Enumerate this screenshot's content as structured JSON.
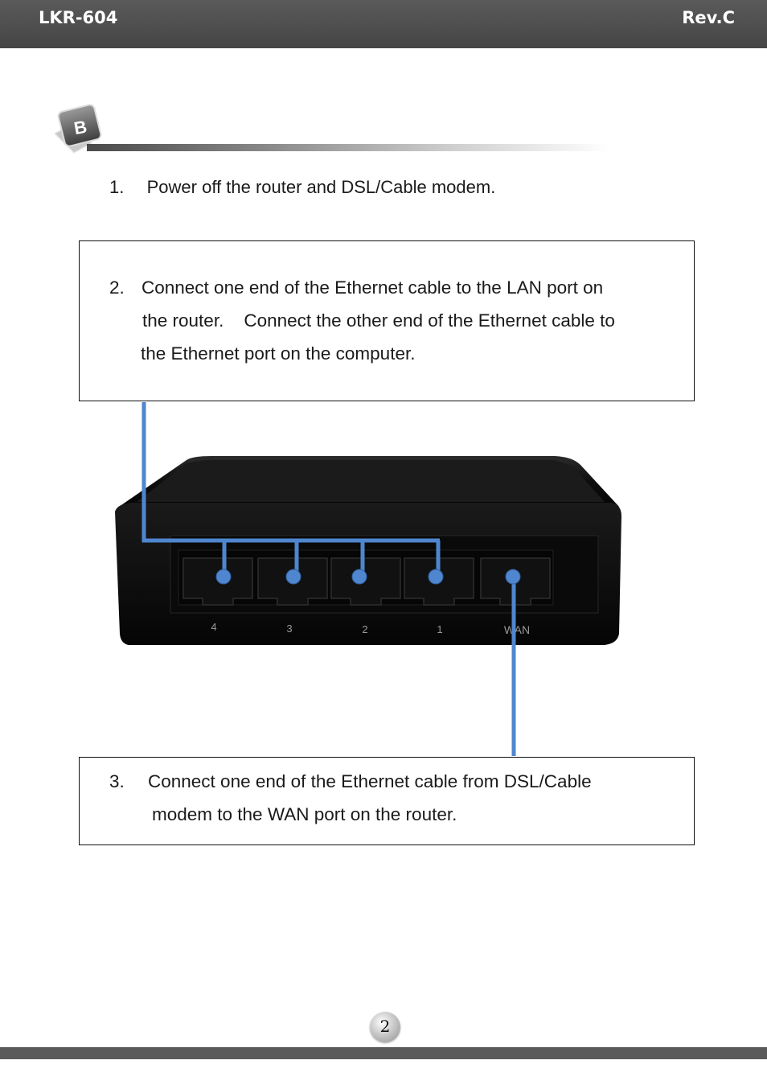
{
  "header": {
    "model": "LKR-604",
    "revision": "Rev.C"
  },
  "section": {
    "badge_letter": "B"
  },
  "steps": {
    "step1": {
      "number": "1.",
      "text": "Power off the router and DSL/Cable modem."
    },
    "step2": {
      "number": "2.",
      "line1": "Connect one end of the Ethernet cable to the LAN port on",
      "line2": "the router.    Connect the other end of the Ethernet cable to",
      "line3": "the Ethernet port on the computer."
    },
    "step3": {
      "number": "3.",
      "line1": "Connect one end of the Ethernet cable from DSL/Cable",
      "line2": "modem to the WAN port on the router."
    }
  },
  "router": {
    "port_labels": [
      "4",
      "3",
      "2",
      "1",
      "WAN"
    ],
    "callout_color": "#4f86cf"
  },
  "footer": {
    "page_number": "2"
  }
}
